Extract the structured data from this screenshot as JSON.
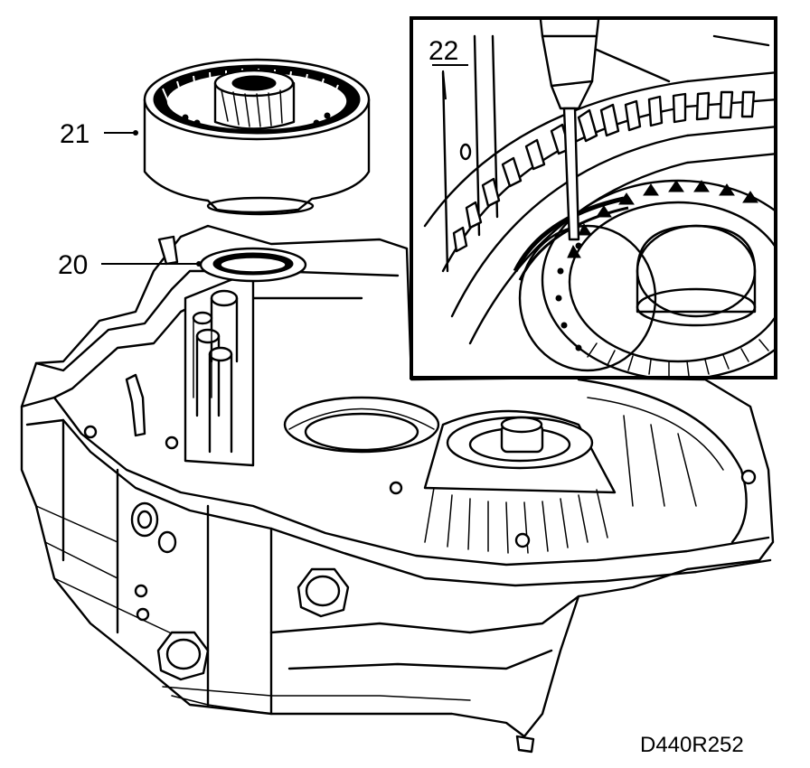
{
  "figure": {
    "callouts": [
      {
        "id": "21",
        "label": "21"
      },
      {
        "id": "20",
        "label": "20"
      },
      {
        "id": "22",
        "label": "22"
      }
    ],
    "figure_code": "D440R252"
  }
}
